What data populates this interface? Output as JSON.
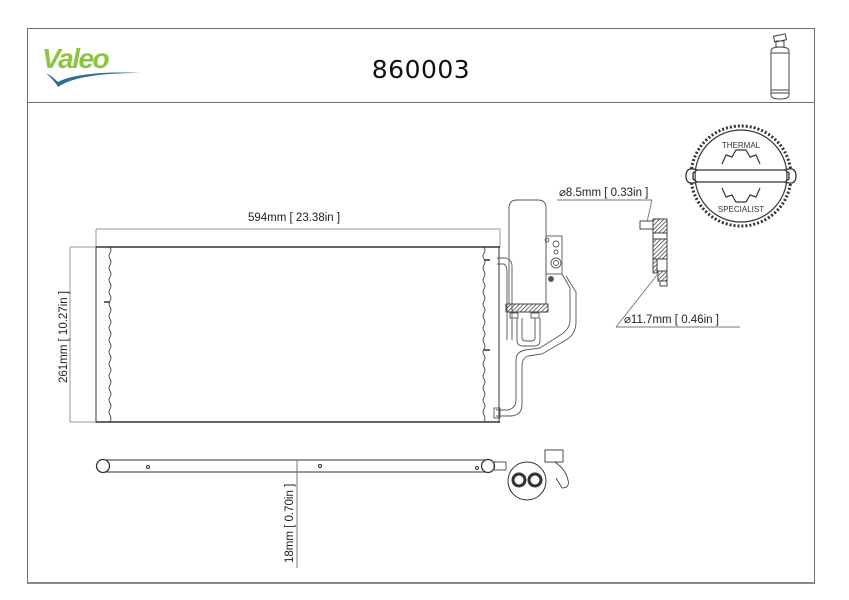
{
  "header": {
    "brand": "Valeo",
    "part_number": "860003",
    "product_icon": "receiver-drier-icon"
  },
  "badge": {
    "top_text": "THERMAL",
    "bottom_text": "SPECIALIST",
    "icon": "wrench-gear-badge-icon"
  },
  "dimensions": {
    "width": "594mm [ 23.38in ]",
    "height": "261mm [ 10.27in ]",
    "depth": "18mm [ 0.70in ]",
    "pipe_small": "⌀8.5mm [ 0.33in ]",
    "pipe_large": "⌀11.7mm [ 0.46in ]"
  },
  "colors": {
    "brand_green": "#8cc63f",
    "brand_swoosh": "#2e6f8e",
    "line": "#333333",
    "frame": "#6e6e6e"
  }
}
